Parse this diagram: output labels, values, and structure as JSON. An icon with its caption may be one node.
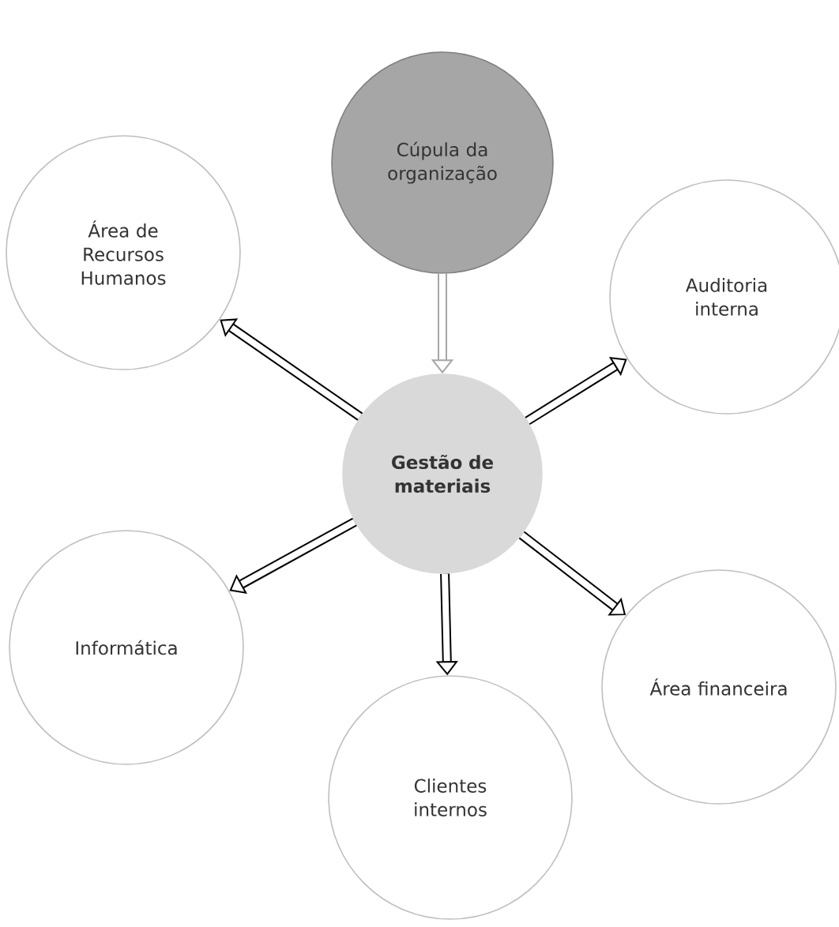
{
  "diagram": {
    "nodes": [
      {
        "text": [
          "Cúpula da organização"
        ]
      },
      {
        "text": [
          "Gestão de materiais"
        ]
      },
      {
        "text": [
          "Área de Recursos Humanos"
        ]
      },
      {
        "text": [
          "Auditoria interna"
        ]
      },
      {
        "text": [
          "Informática"
        ]
      },
      {
        "text": [
          "Área financeira"
        ]
      },
      {
        "text": [
          "Clientes internos"
        ]
      }
    ],
    "edges": [
      {
        "from": 0,
        "to": 1,
        "arrow": "to",
        "color": "#a6a6a6"
      },
      {
        "from": 1,
        "to": 2,
        "arrow": "to"
      },
      {
        "from": 1,
        "to": 3,
        "arrow": "to"
      },
      {
        "from": 1,
        "to": 4,
        "arrow": "to"
      },
      {
        "from": 1,
        "to": 5,
        "arrow": "to"
      },
      {
        "from": 1,
        "to": 6,
        "arrow": "to"
      }
    ]
  }
}
